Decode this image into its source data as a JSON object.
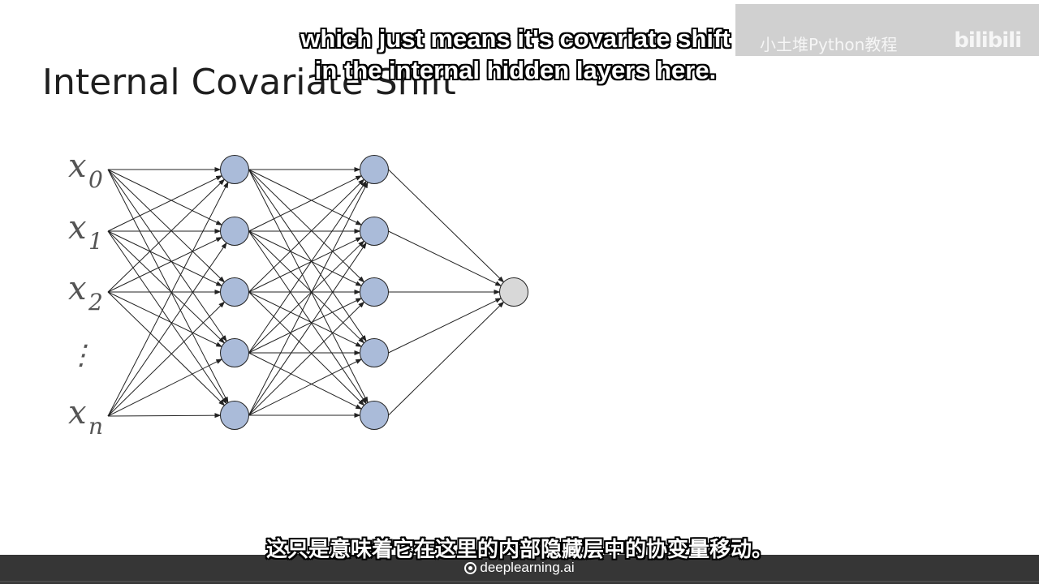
{
  "slide": {
    "title": "Internal Covariate Shift"
  },
  "network": {
    "input_labels": [
      {
        "base": "x",
        "sub": "0"
      },
      {
        "base": "x",
        "sub": "1"
      },
      {
        "base": "x",
        "sub": "2"
      },
      {
        "base": "⋮",
        "sub": ""
      },
      {
        "base": "x",
        "sub": "n"
      }
    ],
    "hidden_layer_sizes": [
      5,
      5
    ],
    "output_nodes": 1,
    "colors": {
      "hidden_node_fill": "#aabbd9",
      "output_node_fill": "#d8d8d8",
      "node_stroke": "#222222",
      "edge": "#222222"
    }
  },
  "subtitles": {
    "english_line1": "which just means it's covariate shift",
    "english_line2": "in the internal hidden layers here.",
    "chinese": "这只是意味着它在这里的内部隐藏层中的协变量移动。"
  },
  "watermark": {
    "text": "小土堆Python教程",
    "logo": "bilibili"
  },
  "footer": {
    "brand": "deeplearning.ai",
    "brand_icon": "deeplearning-swirl-icon"
  }
}
